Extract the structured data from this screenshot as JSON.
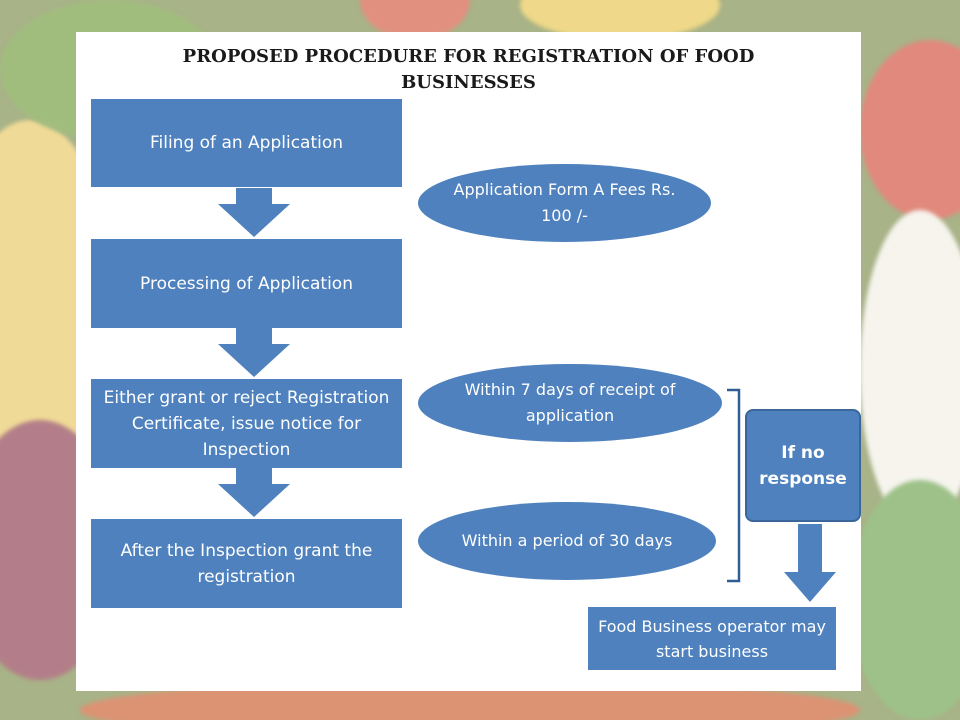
{
  "title": {
    "line1": "PROPOSED PROCEDURE FOR REGISTRATION OF FOOD",
    "line2": "BUSINESSES"
  },
  "steps": [
    "Filing of an Application",
    "Processing of Application",
    "Either grant or reject Registration Certificate, issue notice for Inspection",
    "After the Inspection grant the registration"
  ],
  "notes": [
    "Application Form A Fees Rs. 100 /-",
    "Within 7 days of receipt of application",
    "Within a period of 30 days"
  ],
  "no_response": "If no response",
  "outcome": "Food Business operator may start business",
  "colors": {
    "shape_fill": "#4e81bd",
    "text": "#ffffff",
    "bracket": "#2f5d96"
  }
}
